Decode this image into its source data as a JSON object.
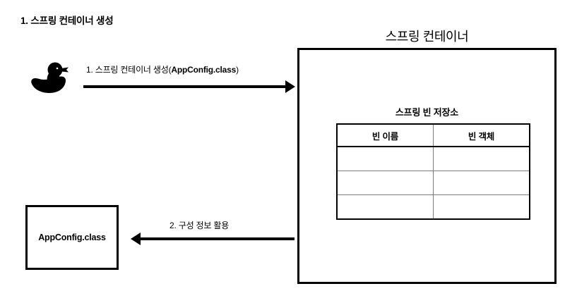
{
  "page": {
    "step_heading": "1. 스프링 컨테이너 생성",
    "background_color": "#ffffff",
    "line_color": "#000000"
  },
  "icons": {
    "duck": "rubber-duck-icon"
  },
  "flow": {
    "arrow_create": {
      "label_prefix": "1. 스프링 컨테이너 생성(",
      "label_bold": "AppConfig.class",
      "label_suffix": ")",
      "direction": "right"
    },
    "arrow_config": {
      "label": "2. 구성 정보 활용",
      "direction": "left"
    }
  },
  "appconfig": {
    "label": "AppConfig.class"
  },
  "container": {
    "title": "스프링 컨테이너",
    "bean_store": {
      "title": "스프링 빈 저장소",
      "columns": [
        "빈 이름",
        "빈 객체"
      ],
      "rows": [
        [
          "",
          ""
        ],
        [
          "",
          ""
        ],
        [
          "",
          ""
        ]
      ]
    }
  }
}
